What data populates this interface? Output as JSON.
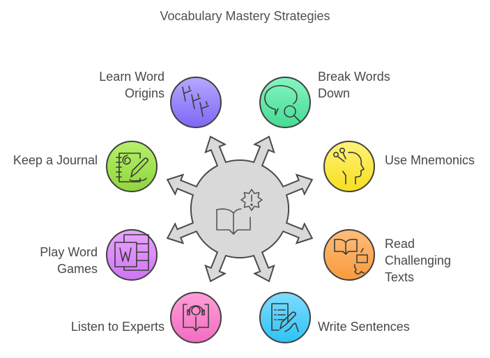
{
  "title": "Vocabulary Mastery Strategies",
  "center": {
    "icon": "book-with-alert-badge-icon",
    "color": "#d9d9d9"
  },
  "strategies": [
    {
      "label": "Learn Word Origins",
      "lines": [
        "Learn Word",
        "Origins"
      ],
      "icon": "japanese-characters-icon",
      "color_top": "#b5a8ff",
      "color_bottom": "#7d67f5"
    },
    {
      "label": "Break Words Down",
      "lines": [
        "Break Words",
        "Down"
      ],
      "icon": "speech-bubble-magnifier-icon",
      "color_top": "#86f5c0",
      "color_bottom": "#45db95"
    },
    {
      "label": "Keep a Journal",
      "lines": [
        "Keep a Journal"
      ],
      "icon": "journal-pen-icon",
      "color_top": "#b6f06a",
      "color_bottom": "#8fd63b"
    },
    {
      "label": "Use Mnemonics",
      "lines": [
        "Use Mnemonics"
      ],
      "icon": "head-memory-pins-icon",
      "color_top": "#fff27a",
      "color_bottom": "#f7df1e"
    },
    {
      "label": "Play Word Games",
      "lines": [
        "Play Word",
        "Games"
      ],
      "icon": "word-document-icon",
      "color_top": "#e9a6ff",
      "color_bottom": "#cf74f2"
    },
    {
      "label": "Read Challenging Texts",
      "lines": [
        "Read",
        "Challenging",
        "Texts"
      ],
      "icon": "book-thinking-head-icon",
      "color_top": "#ffbe7a",
      "color_bottom": "#f79a3c"
    },
    {
      "label": "Listen to Experts",
      "lines": [
        "Listen to Experts"
      ],
      "icon": "book-headphones-icon",
      "color_top": "#ff9fd8",
      "color_bottom": "#f26cc0"
    },
    {
      "label": "Write Sentences",
      "lines": [
        "Write Sentences"
      ],
      "icon": "document-writing-hand-icon",
      "color_top": "#7fdcff",
      "color_bottom": "#2ec3f5"
    }
  ]
}
